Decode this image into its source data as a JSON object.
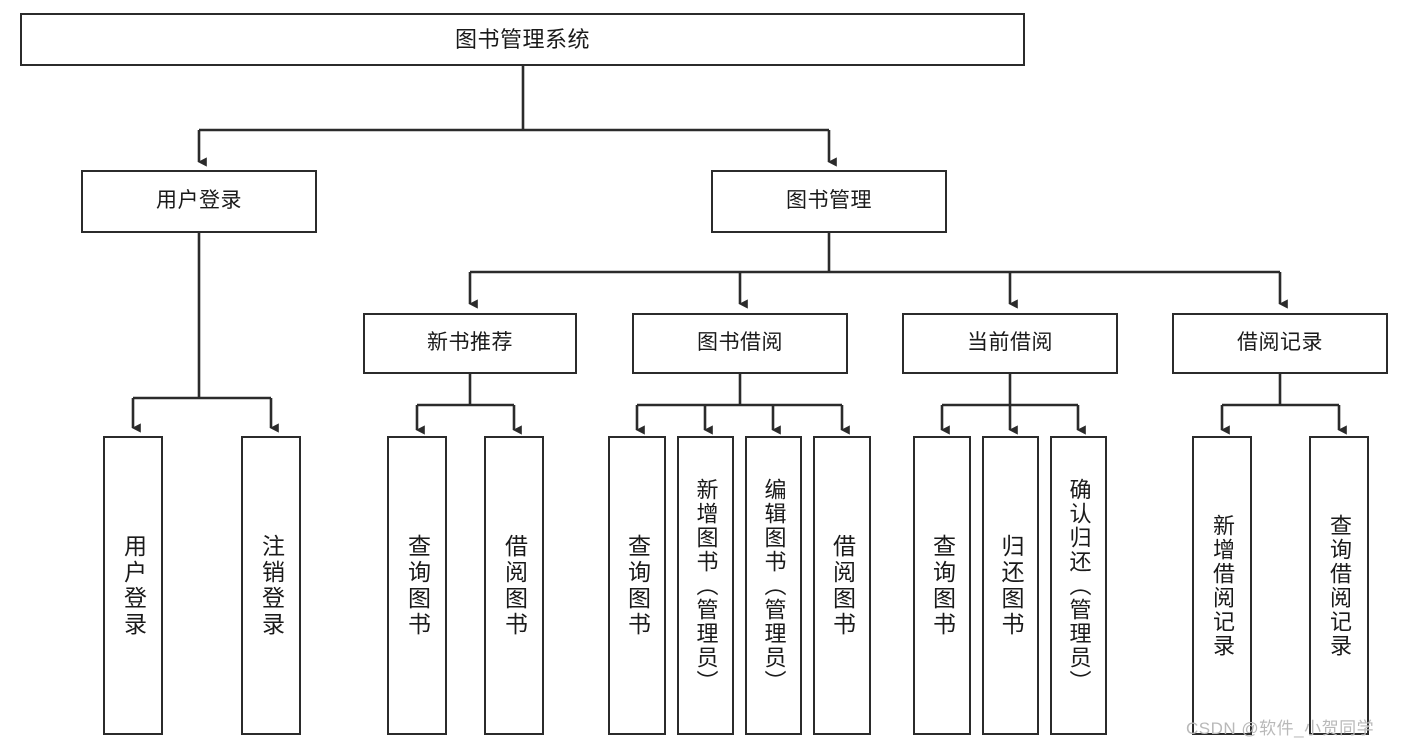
{
  "diagram": {
    "title": "图书管理系统",
    "type": "hierarchy-tree",
    "root": {
      "label": "图书管理系统"
    },
    "level2": [
      {
        "label": "用户登录"
      },
      {
        "label": "图书管理"
      }
    ],
    "level3": [
      {
        "label": "新书推荐"
      },
      {
        "label": "图书借阅"
      },
      {
        "label": "当前借阅"
      },
      {
        "label": "借阅记录"
      }
    ],
    "leaves": {
      "user_login": [
        {
          "label": "用户登录"
        },
        {
          "label": "注销登录"
        }
      ],
      "new_book_recommend": [
        {
          "label": "查询图书"
        },
        {
          "label": "借阅图书"
        }
      ],
      "book_borrow": [
        {
          "label": "查询图书"
        },
        {
          "label": "新增图书（管理员）"
        },
        {
          "label": "编辑图书（管理员）"
        },
        {
          "label": "借阅图书"
        }
      ],
      "current_borrow": [
        {
          "label": "查询图书"
        },
        {
          "label": "归还图书"
        },
        {
          "label": "确认归还（管理员）"
        }
      ],
      "borrow_records": [
        {
          "label": "新增借阅记录"
        },
        {
          "label": "查询借阅记录"
        }
      ]
    },
    "watermark": "CSDN @软件_小贺同学",
    "colors": {
      "line": "#2b2b2b",
      "box_fill": "#ffffff",
      "text": "#1a1a1a",
      "watermark": "#b9b9b9"
    }
  }
}
